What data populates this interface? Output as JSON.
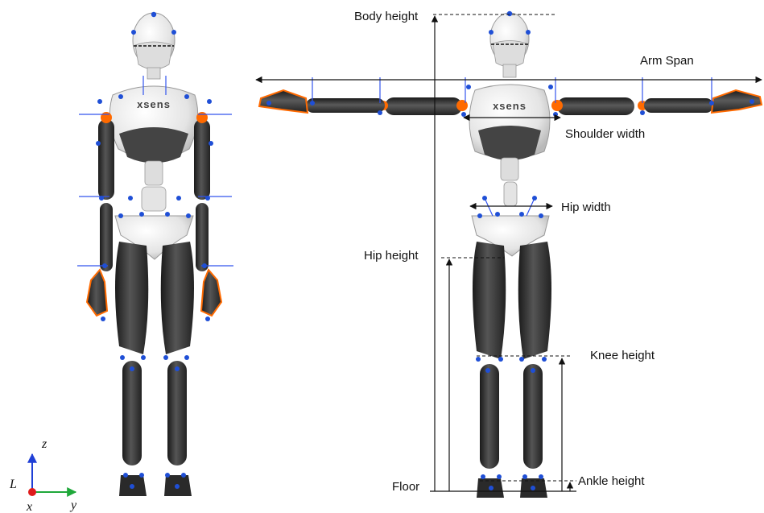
{
  "measurements": {
    "body_height": "Body height",
    "arm_span": "Arm Span",
    "shoulder_width": "Shoulder width",
    "hip_width": "Hip width",
    "hip_height": "Hip height",
    "knee_height": "Knee height",
    "ankle_height": "Ankle height",
    "floor": "Floor"
  },
  "axes": {
    "origin": "L",
    "x": "x",
    "y": "y",
    "z": "z"
  },
  "brand": "xsens",
  "colors": {
    "body_white": "#ececec",
    "segment_dark": "#2d2d2d",
    "joint_orange": "#ff6a00",
    "marker_blue": "#1f4fd6",
    "axis_z": "#1f3fd6",
    "axis_y": "#1fa83a",
    "origin": "#e01b1b"
  }
}
